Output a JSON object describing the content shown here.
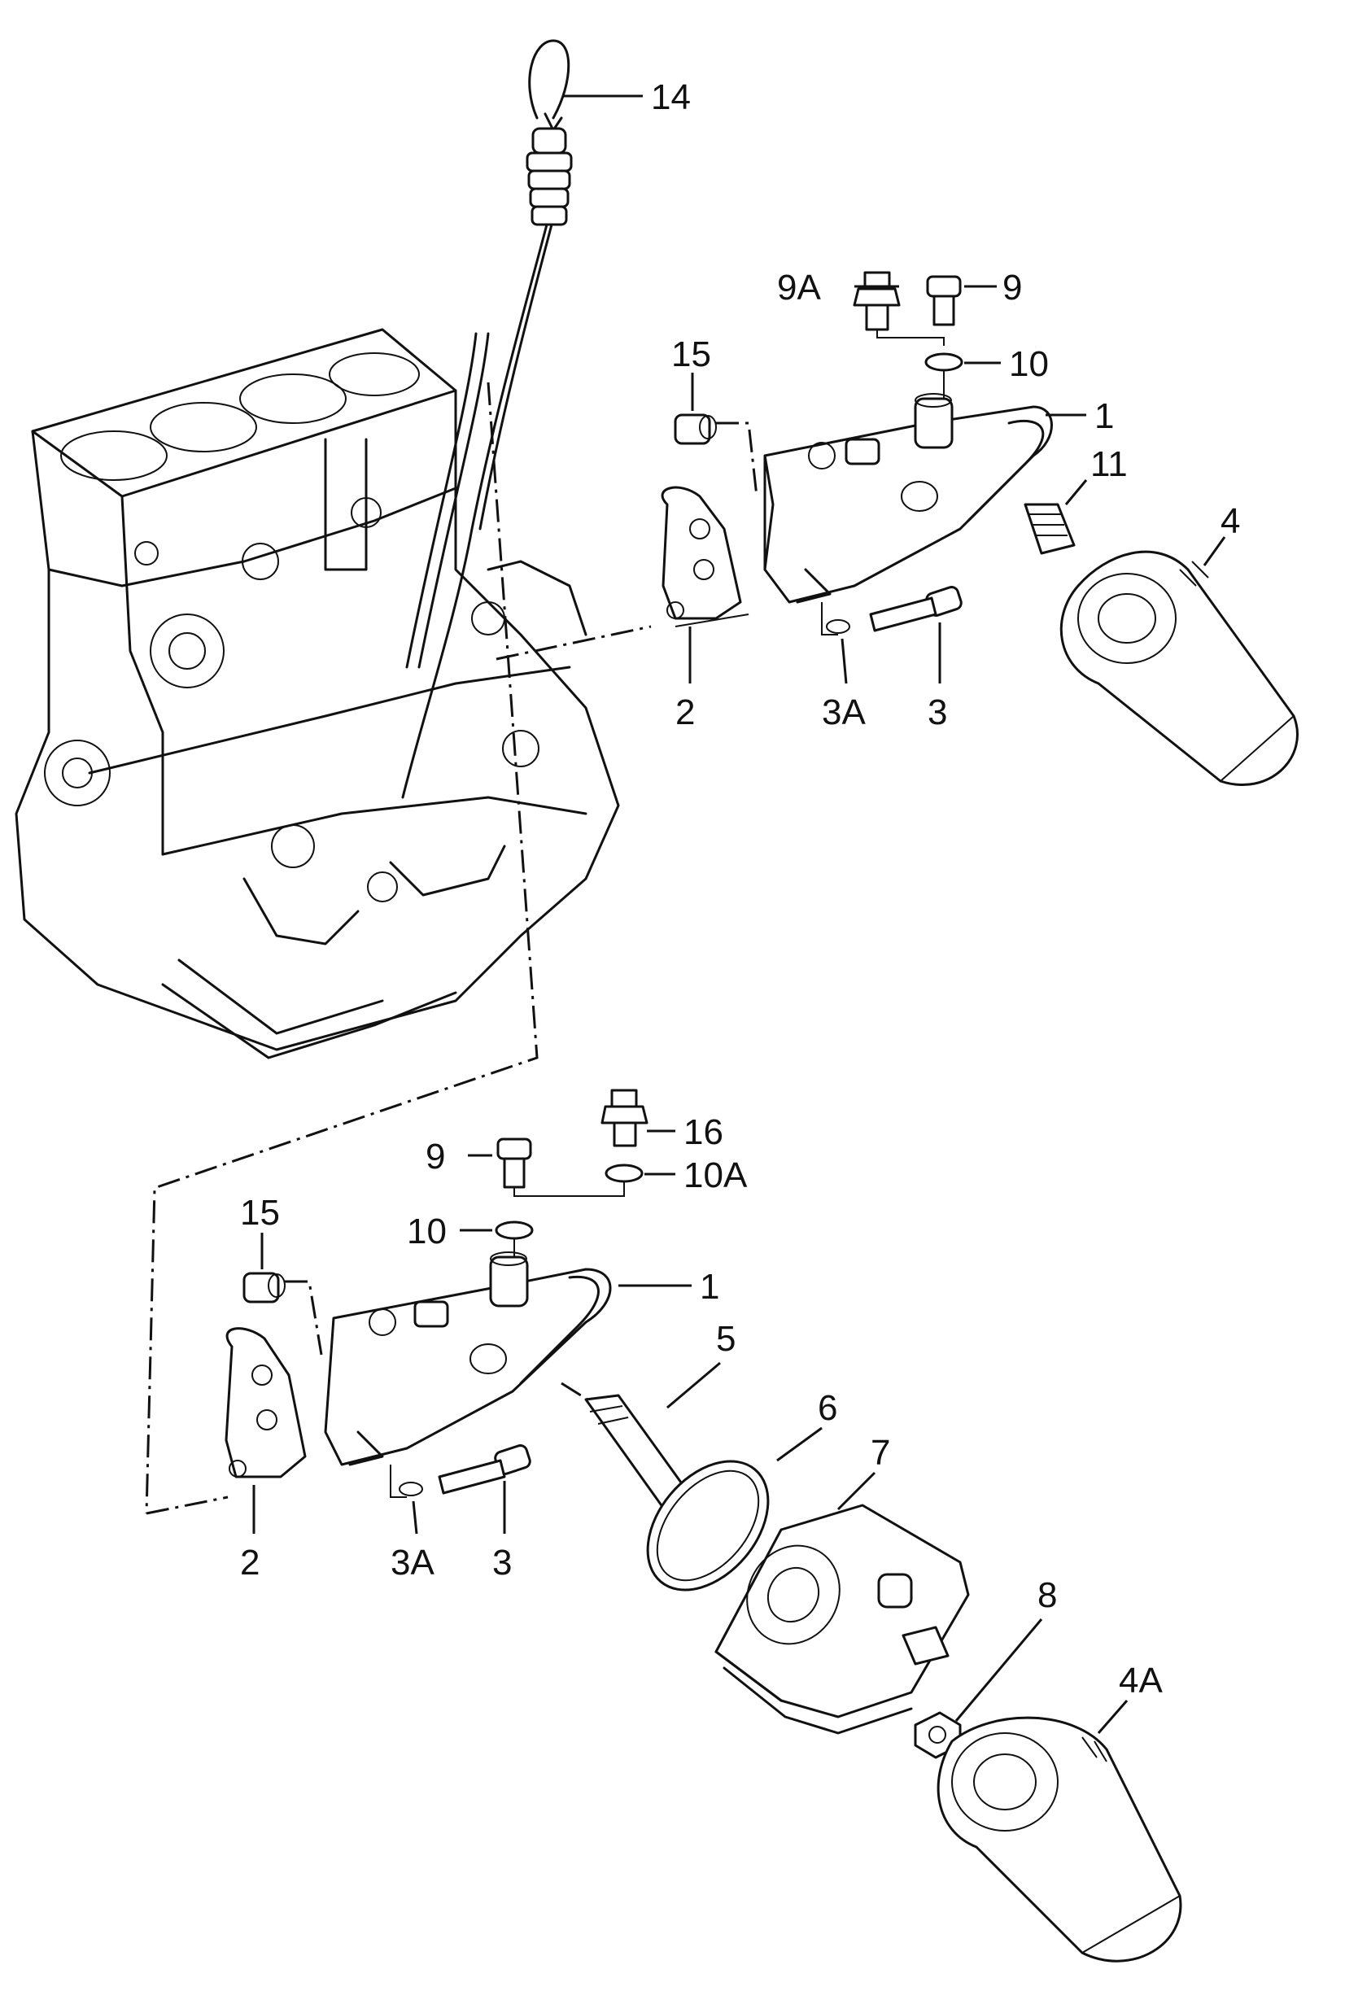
{
  "callouts": {
    "c14": "14",
    "c9A": "9A",
    "c9_top": "9",
    "c10_top": "10",
    "c15_top": "15",
    "c1_top": "1",
    "c11": "11",
    "c4": "4",
    "c2_top": "2",
    "c3A_top": "3A",
    "c3_top": "3",
    "c16": "16",
    "c9_bot": "9",
    "c10A": "10A",
    "c10_bot": "10",
    "c15_bot": "15",
    "c1_bot": "1",
    "c5": "5",
    "c6": "6",
    "c7": "7",
    "c8": "8",
    "c4A": "4A",
    "c2_bot": "2",
    "c3A_bot": "3A",
    "c3_bot": "3"
  }
}
